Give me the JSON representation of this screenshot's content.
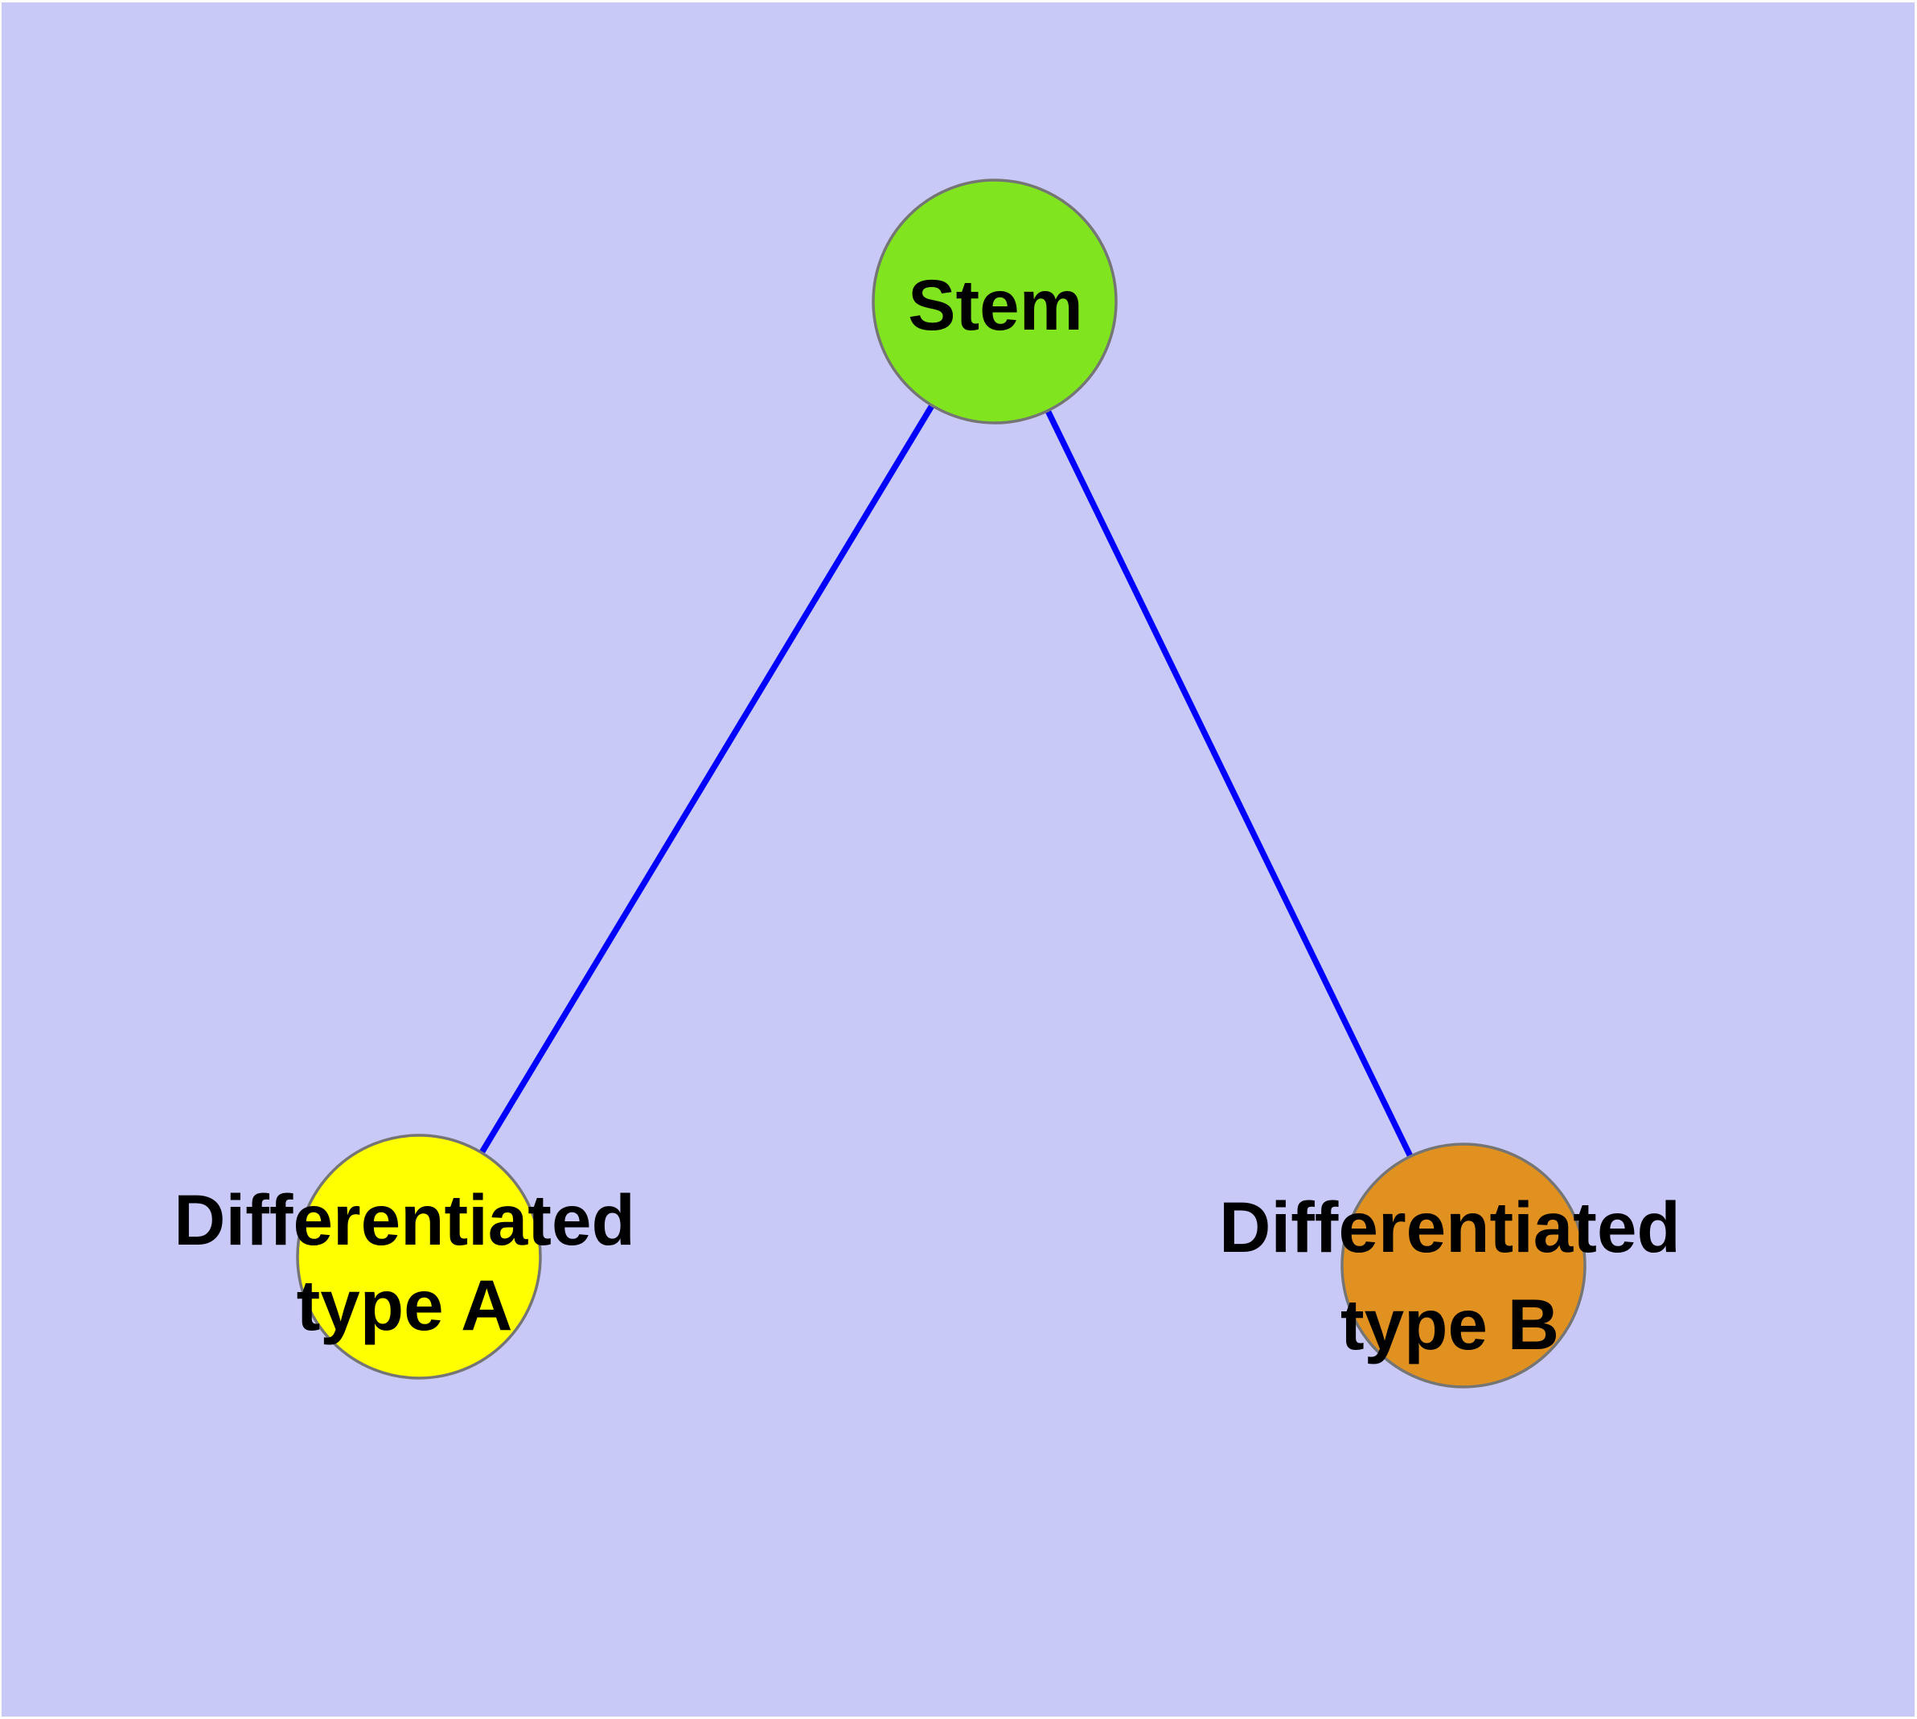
{
  "diagram": {
    "type": "node-link-graph",
    "colors": {
      "background": "#C9C9F8",
      "page_margin": "#FFFFFF",
      "node_border": "#757575",
      "edge": "#0000FF",
      "label_text": "#000000"
    },
    "nodes": {
      "stem": {
        "label": "Stem",
        "fill": "#80E41E"
      },
      "type_a": {
        "label_line1": "Differentiated",
        "label_line2": "type A",
        "fill": "#FFFF00"
      },
      "type_b": {
        "label_line1": "Differentiated",
        "label_line2": "type B",
        "fill": "#E0911F"
      }
    },
    "edges": [
      {
        "from": "Stem",
        "to": "Differentiated type A"
      },
      {
        "from": "Stem",
        "to": "Differentiated type B"
      }
    ]
  }
}
